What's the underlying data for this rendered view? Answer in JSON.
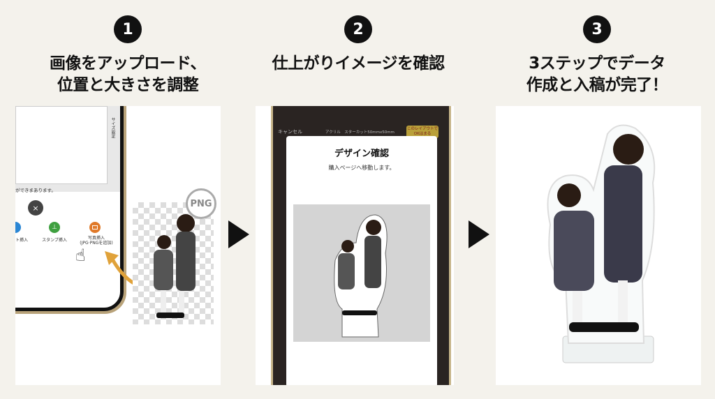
{
  "steps": [
    {
      "number": "1",
      "title_line1": "画像をアップロード、",
      "title_line2": "位置と大きさを調整"
    },
    {
      "number": "2",
      "title_line1": "仕上がりイメージを確認",
      "title_line2": ""
    },
    {
      "number": "3",
      "title_line1": "3ステップでデータ",
      "title_line2": "作成と入稿が完了！"
    }
  ],
  "panel1": {
    "side_label": "サイズ設定",
    "notice": "ができまあります。",
    "items": [
      {
        "label": "ト挿入",
        "icon": "text-insert-icon",
        "color": "#2a86d4"
      },
      {
        "label": "スタンプ挿入",
        "icon": "stamp-icon",
        "color": "#3fa040"
      },
      {
        "label": "写真挿入\n(JPG·PNGを追加)",
        "icon": "photo-icon",
        "color": "#e07a2a"
      }
    ],
    "badge": "PNG",
    "accent": "#e0a23a"
  },
  "panel2": {
    "cancel": "キャンセル",
    "product": "アクリル　スターカット50mmx50mm",
    "ok_button": "このレイアウトで OKはまる",
    "dialog_title": "デザイン確認",
    "dialog_text": "購入ページへ移動します。"
  }
}
